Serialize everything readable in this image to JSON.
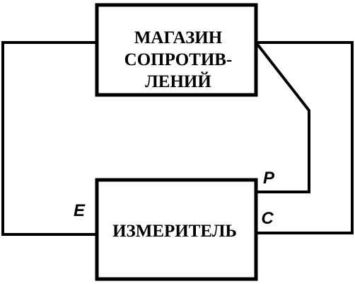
{
  "diagram": {
    "resistance_box": {
      "lines": [
        "МАГАЗИН",
        "СОПРОТИВ-",
        "ЛЕНИЙ"
      ]
    },
    "meter": {
      "label": "ИЗМЕРИТЕЛЬ"
    },
    "terminals": {
      "e": "E",
      "p": "P",
      "c": "C"
    }
  }
}
